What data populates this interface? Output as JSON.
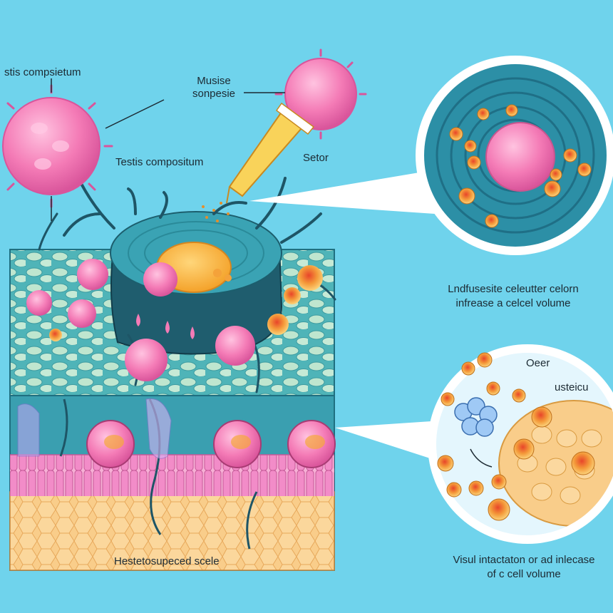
{
  "labels": {
    "testis_top_left": "stis compsietum",
    "musise_line1": "Musise",
    "musise_line2": "sonpesie",
    "testis_center": "Testis compositum",
    "setor": "Setor",
    "indfuse_line1": "Lndfusesite celeutter celorn",
    "indfuse_line2": "infrease a celcel volume",
    "deer": "Oeer",
    "usteicu": "usteicu",
    "bottom_left": "Hestetosupeced scele",
    "visul_line1": "Visul intactaton or ad inlecase",
    "visul_line2": "of c cell volume"
  },
  "colors": {
    "background": "#6fd3ec",
    "pink_cell": "#f47bb6",
    "orange_cell": "#f5a83a",
    "tissue_teal": "#3ca8b5",
    "membrane_pink": "#f28cc8",
    "fat_yellow": "#f9cd8a"
  }
}
